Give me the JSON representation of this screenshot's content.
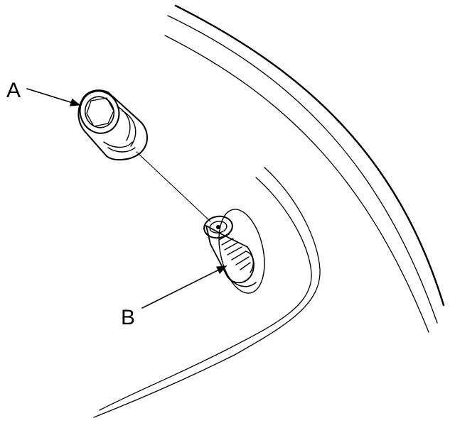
{
  "diagram": {
    "callouts": [
      {
        "id": "A",
        "text": "A"
      },
      {
        "id": "B",
        "text": "B"
      }
    ],
    "colors": {
      "ink": "#000000",
      "paper": "#ffffff"
    }
  }
}
